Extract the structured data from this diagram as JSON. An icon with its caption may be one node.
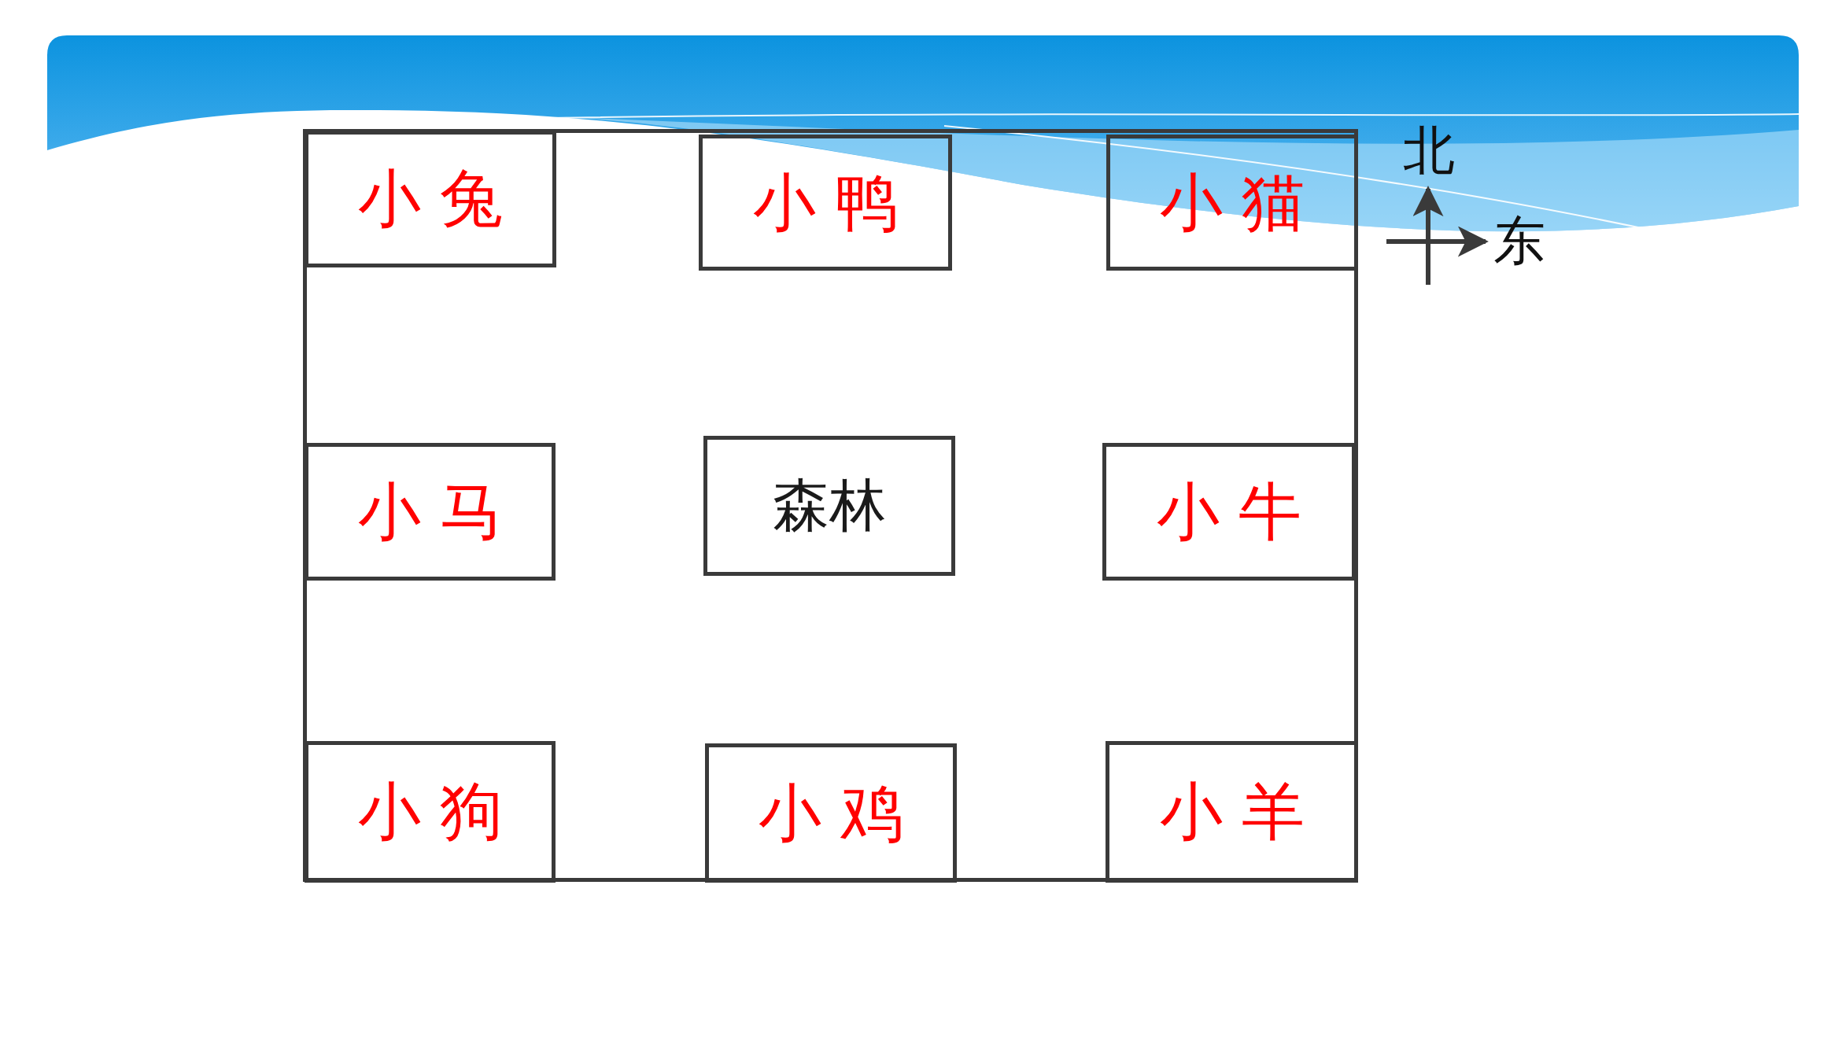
{
  "diagram": {
    "nodes": [
      {
        "text": [],
        "shape": "box"
      },
      {
        "text": [
          "小兔"
        ],
        "in": 0
      },
      {
        "text": [
          "小鸭"
        ],
        "in": 0
      },
      {
        "text": [
          "小猫"
        ],
        "in": 0
      },
      {
        "text": [
          "小马"
        ],
        "in": 0
      },
      {
        "text": [
          "森林"
        ],
        "in": 0
      },
      {
        "text": [
          "小牛"
        ],
        "in": 0
      },
      {
        "text": [
          "小狗"
        ],
        "in": 0
      },
      {
        "text": [
          "小鸡"
        ],
        "in": 0
      },
      {
        "text": [
          "小羊"
        ],
        "in": 0
      }
    ],
    "labels": [
      "北",
      "东"
    ]
  }
}
